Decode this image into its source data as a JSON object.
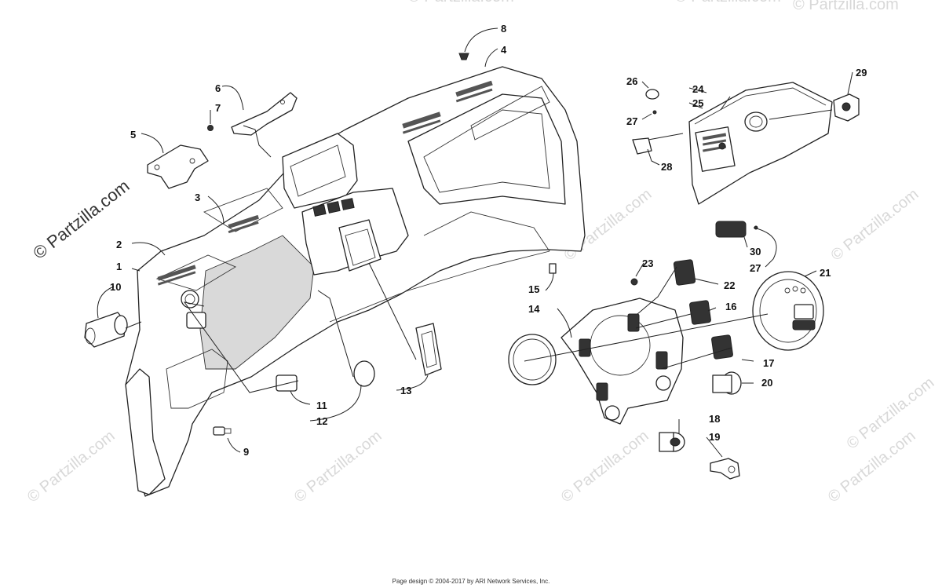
{
  "watermark": {
    "main": "© Partzilla.com",
    "repeat": "© Partzilla.com"
  },
  "footer": {
    "text": "Page design © 2004-2017 by ARI Network Services, Inc."
  },
  "callouts": {
    "c1": "1",
    "c2": "2",
    "c3": "3",
    "c4": "4",
    "c5": "5",
    "c6": "6",
    "c7": "7",
    "c8": "8",
    "c9": "9",
    "c10": "10",
    "c11": "11",
    "c12": "12",
    "c13": "13",
    "c14": "14",
    "c15": "15",
    "c16": "16",
    "c17": "17",
    "c18": "18",
    "c19": "19",
    "c20": "20",
    "c21": "21",
    "c22": "22",
    "c23": "23",
    "c24": "24",
    "c25": "25",
    "c26": "26",
    "c27a": "27",
    "c27b": "27",
    "c28": "28",
    "c29": "29",
    "c30": "30"
  }
}
